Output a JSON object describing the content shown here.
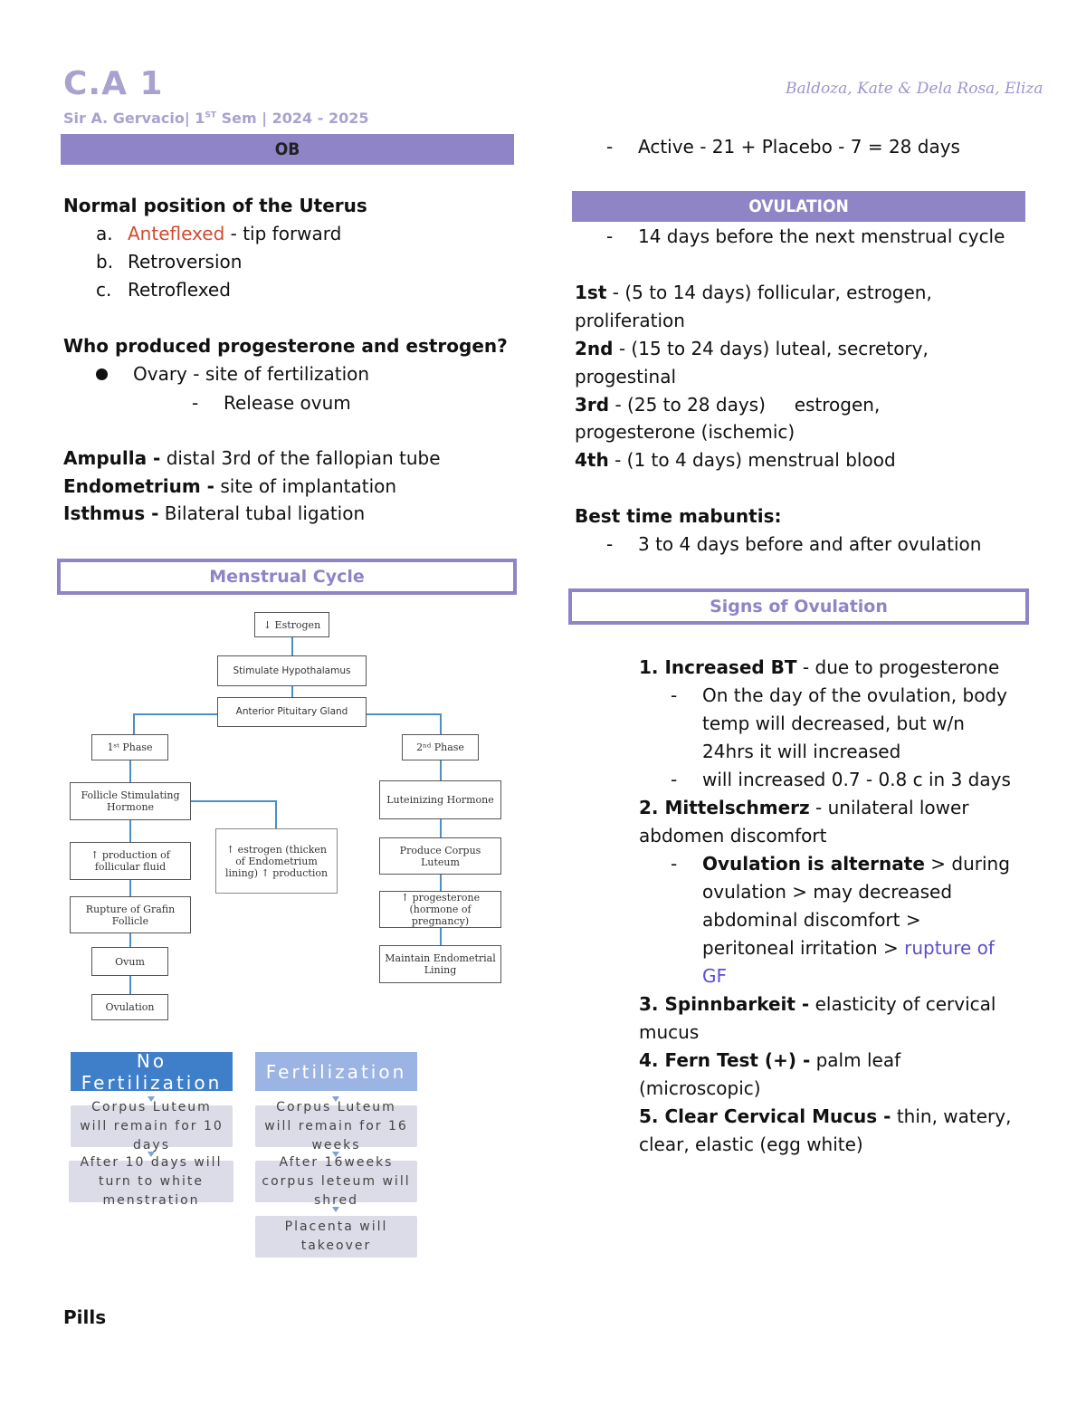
{
  "header": {
    "title": "C.A 1",
    "subtitle_prefix": "Sir A. Gervacio| 1",
    "subtitle_sup": "ST",
    "subtitle_suffix": " Sem | 2024 - 2025",
    "authors": "Baldoza, Kate & Dela Rosa, Eliza"
  },
  "left": {
    "ob_bar": "OB",
    "uterus_heading": "Normal position of the Uterus",
    "uterus_items": [
      {
        "marker": "a.",
        "highlight": "Anteflexed",
        "rest": " - tip forward"
      },
      {
        "marker": "b.",
        "highlight": "",
        "rest": "Retroversion"
      },
      {
        "marker": "c.",
        "highlight": "",
        "rest": "Retroflexed"
      }
    ],
    "hormone_heading": "Who produced progesterone and estrogen?",
    "ovary_bullet": "Ovary - site of fertilization",
    "ovary_sub": "Release ovum",
    "terms": [
      {
        "term": "Ampulla -",
        "def": " distal 3rd of the fallopian tube"
      },
      {
        "term": "Endometrium -",
        "def": " site of implantation"
      },
      {
        "term": "Isthmus -",
        "def": " Bilateral tubal ligation"
      }
    ],
    "menstrual_bar": "Menstrual Cycle",
    "pills_heading": "Pills"
  },
  "flowchart": {
    "estrogen": "↓ Estrogen",
    "hypothalamus": "Stimulate Hypothalamus",
    "pituitary": "Anterior Pituitary Gland",
    "phase1": "1ˢᵗ Phase",
    "phase2": "2ⁿᵈ Phase",
    "fsh": "Follicle Stimulating Hormone",
    "follicular_fluid": "↑ production of follicular fluid",
    "rupture": "Rupture of Grafin Follicle",
    "ovum": "Ovum",
    "ovulation": "Ovulation",
    "estrogen_note": "↑ estrogen (thicken of Endometrium lining) ↑ production",
    "lh": "Luteinizing Hormone",
    "corpus_luteum": "Produce Corpus Luteum",
    "progesterone": "↑ progesterone (hormone of pregnancy)",
    "maintain": "Maintain Endometrial Lining"
  },
  "fertilization": {
    "no_fert_head": "No Fertilization",
    "no_fert_1": "Corpus Luteum will remain for 10 days",
    "no_fert_2": "After 10 days will turn to white menstration",
    "fert_head": "Fertilization",
    "fert_1": "Corpus Luteum will remain for 16 weeks",
    "fert_2": "After 16weeks corpus leteum will shred",
    "fert_3": "Placenta will takeover"
  },
  "right": {
    "active_line": "Active - 21 + Placebo - 7 = 28 days",
    "ovulation_bar": "OVULATION",
    "ovulation_note": "14 days before the next menstrual cycle",
    "phases": [
      {
        "label": "1st",
        "line1": " - (5 to 14 days) follicular, estrogen,",
        "line2": "proliferation"
      },
      {
        "label": "2nd",
        "line1": " - (15 to 24 days) luteal, secretory,",
        "line2": "progestinal"
      },
      {
        "label": "3rd",
        "line1": " - (25 to 28 days)     estrogen,",
        "line2": "progesterone (ischemic)"
      },
      {
        "label": "4th",
        "line1": " - (1 to 4 days) menstrual blood",
        "line2": ""
      }
    ],
    "best_time_heading": "Best time mabuntis:",
    "best_time_note": "3 to 4 days before and after ovulation",
    "signs_bar": "Signs of Ovulation",
    "signs": {
      "s1_title": "1. Increased BT",
      "s1_rest": " - due to progesterone",
      "s1_sub1_l1": "On the day of the ovulation, body",
      "s1_sub1_l2": "temp will decreased, but w/n",
      "s1_sub1_l3": "24hrs it will increased",
      "s1_sub2": "will increased 0.7 - 0.8 c in 3 days",
      "s2_title": "2. Mittelschmerz",
      "s2_rest": " - unilateral lower",
      "s2_l2": "abdomen discomfort",
      "s2_sub_bold": "Ovulation is alternate",
      "s2_sub_l1_rest": " > during",
      "s2_sub_l2": "ovulation > may decreased",
      "s2_sub_l3": "abdominal discomfort >",
      "s2_sub_l4_a": "peritoneal irritation > ",
      "s2_sub_l4_b": "rupture of",
      "s2_sub_l5": "GF",
      "s3_title": "3. Spinnbarkeit -",
      "s3_rest": " elasticity of cervical",
      "s3_l2": "mucus",
      "s4_title": "4. Fern Test (+) -",
      "s4_rest": " palm leaf",
      "s4_l2": "(microscopic)",
      "s5_title": "5. Clear Cervical Mucus -",
      "s5_rest": " thin, watery,",
      "s5_l2": "clear, elastic (egg white)"
    }
  },
  "colors": {
    "accent": "#8f84c6",
    "title_color": "#a9a2cf",
    "red_highlight": "#d14b30",
    "blue_highlight": "#5a4fcf",
    "no_fert_head": "#3f7fc9",
    "fert_head": "#9bb4e3"
  },
  "icons": {
    "bullet": "filled-circle",
    "dash": "dash"
  }
}
